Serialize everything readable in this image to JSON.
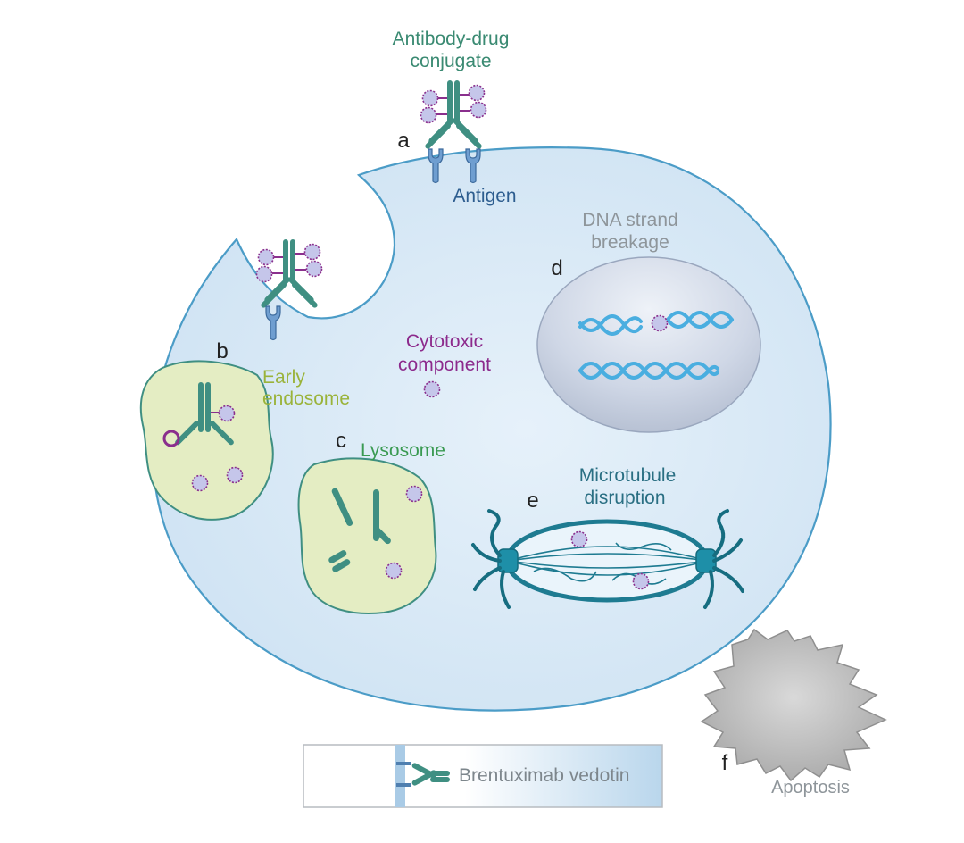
{
  "labels": {
    "adc_line1": "Antibody-drug",
    "adc_line2": "conjugate",
    "antigen": "Antigen",
    "dna_line1": "DNA strand",
    "dna_line2": "breakage",
    "cyto_line1": "Cytotoxic",
    "cyto_line2": "component",
    "endosome_line1": "Early",
    "endosome_line2": "endosome",
    "lysosome": "Lysosome",
    "micro_line1": "Microtubule",
    "micro_line2": "disruption",
    "apoptosis": "Apoptosis",
    "legend_text": "Brentuximab vedotin"
  },
  "step_letters": {
    "a": "a",
    "b": "b",
    "c": "c",
    "d": "d",
    "e": "e",
    "f": "f"
  },
  "colors": {
    "antibody": "#3f8f82",
    "antibody_dark": "#2d7366",
    "antigen": "#4f7fb0",
    "payload_fill": "#c5c6ea",
    "payload_edge": "#8a2f8d",
    "cell_fill": "#d8e9f6",
    "cell_edge": "#4b9cc7",
    "vesicle_fill": "#e4edc3",
    "vesicle_edge": "#3f8f82",
    "nucleus_fill": "#c4cfe0",
    "dna": "#4aaee0",
    "spindle": "#1e7b91",
    "apoptosis": "#bdbdbd",
    "adc_text": "#3a8a72",
    "antigen_text": "#2d5d8f",
    "magenta_text": "#8c2a8c",
    "endosome_text": "#9ab33a",
    "lysosome_text": "#3a9a52",
    "gray_text": "#8e959a",
    "teal_text": "#2a6f83"
  }
}
